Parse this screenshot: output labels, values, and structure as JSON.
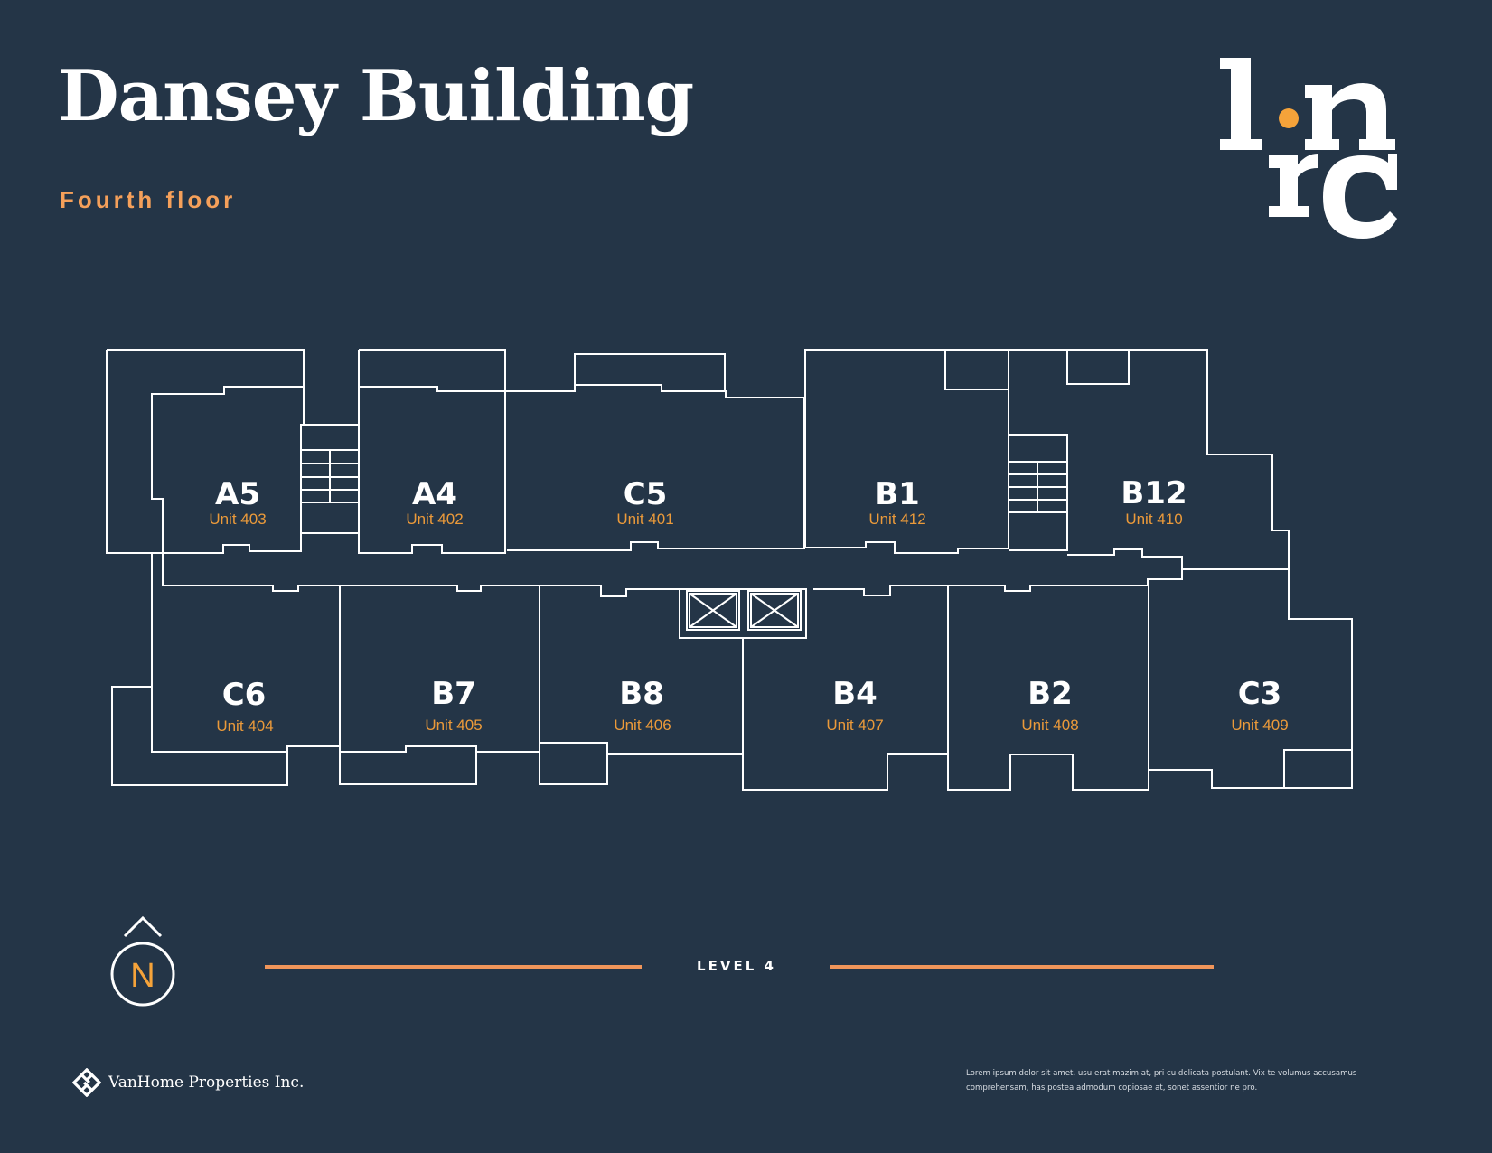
{
  "header": {
    "title": "Dansey Building",
    "subtitle": "Fourth floor"
  },
  "logo": {
    "letters": [
      "l",
      "n",
      "r",
      "c"
    ],
    "dot_color": "#f5a33a",
    "icon": "lnrc-monogram-logo"
  },
  "floorplan": {
    "units": [
      {
        "code": "A5",
        "unit": "Unit 403"
      },
      {
        "code": "A4",
        "unit": "Unit 402"
      },
      {
        "code": "C5",
        "unit": "Unit 401"
      },
      {
        "code": "B1",
        "unit": "Unit 412"
      },
      {
        "code": "B12",
        "unit": "Unit 410"
      },
      {
        "code": "C6",
        "unit": "Unit 404"
      },
      {
        "code": "B7",
        "unit": "Unit 405"
      },
      {
        "code": "B8",
        "unit": "Unit 406"
      },
      {
        "code": "B4",
        "unit": "Unit 407"
      },
      {
        "code": "B2",
        "unit": "Unit 408"
      },
      {
        "code": "C3",
        "unit": "Unit 409"
      }
    ]
  },
  "compass": {
    "letter": "N",
    "icon": "north-compass-icon"
  },
  "level": {
    "label": "LEVEL 4"
  },
  "footer": {
    "brand": "VanHome Properties Inc.",
    "disclaimer": "Lorem ipsum dolor sit amet, usu erat mazim at, pri cu delicata postulant. Vix te volumus accusamus comprehensam, has postea admodum copiosae at, sonet assentior ne pro."
  },
  "colors": {
    "background": "#243547",
    "accent": "#f0955a",
    "unit_label": "#eb9a3a",
    "lines": "#ffffff"
  }
}
